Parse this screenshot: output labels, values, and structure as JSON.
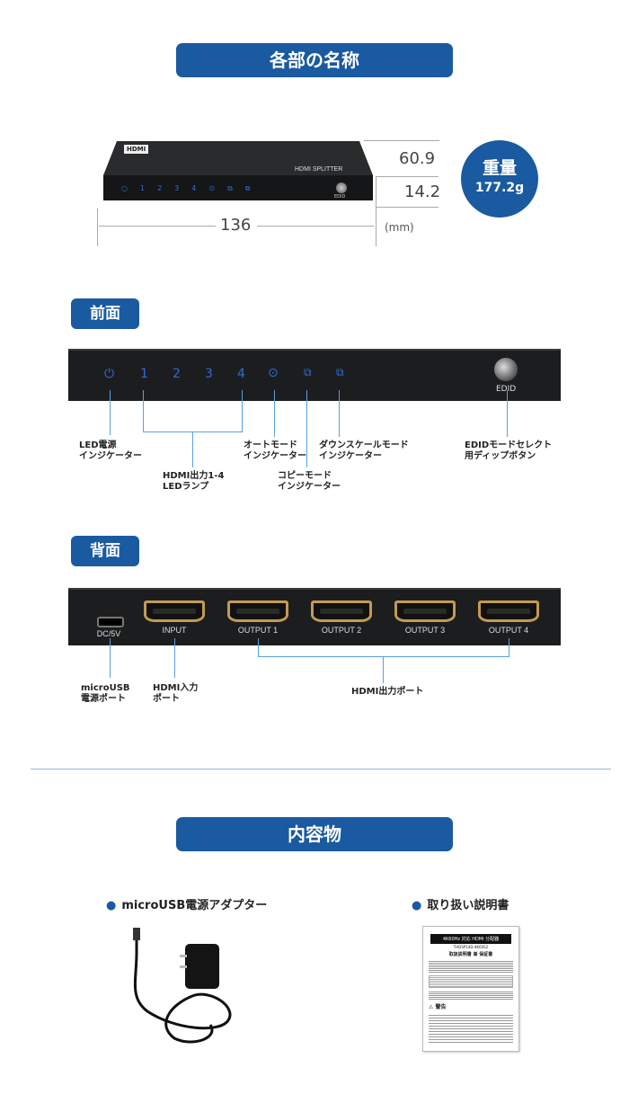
{
  "section1": {
    "title": "各部の名称"
  },
  "device_top": {
    "badge": "HDMI",
    "model_text": "HDMI SPLITTER",
    "leds": [
      "○",
      "1",
      "2",
      "3",
      "4",
      "⊙",
      "⧉",
      "⧉"
    ],
    "edid_text": "EDID"
  },
  "dimensions": {
    "height": "60.9",
    "depth": "14.2",
    "width": "136",
    "unit": "(mm)"
  },
  "weight": {
    "label": "重量",
    "value": "177.2g"
  },
  "front": {
    "tag": "前面",
    "numbers": [
      "1",
      "2",
      "3",
      "4"
    ],
    "edid": "EDID",
    "labels": {
      "led_power": "LED電源\nインジケーター",
      "hdmi_out": "HDMI出力1-4\nLEDランプ",
      "auto_mode": "オートモード\nインジケーター",
      "copy_mode": "コピーモード\nインジケーター",
      "downscale": "ダウンスケールモード\nインジケーター",
      "edid_select": "EDIDモードセレクト\n用ディップボタン"
    }
  },
  "back": {
    "tag": "背面",
    "ports": {
      "dc": "DC/5V",
      "input": "INPUT",
      "out1": "OUTPUT 1",
      "out2": "OUTPUT 2",
      "out3": "OUTPUT 3",
      "out4": "OUTPUT 4"
    },
    "labels": {
      "micro_usb": "microUSB\n電源ポート",
      "hdmi_in": "HDMI入力\nポート",
      "hdmi_out": "HDMI出力ポート"
    }
  },
  "section2": {
    "title": "内容物",
    "items": [
      {
        "label": "microUSB電源アダプター"
      },
      {
        "label": "取り扱い説明書"
      }
    ]
  },
  "manual": {
    "header": "4K60Hz 対応 HDMI 分配器",
    "model": "THDSP14D-4K60S2",
    "title": "取扱説明書 兼 保証書",
    "warning": "警告"
  },
  "colors": {
    "accent": "#1a5aa0",
    "led_blue": "#2f6fd6",
    "device": "#1c1d1f",
    "gold": "#c39a52"
  }
}
